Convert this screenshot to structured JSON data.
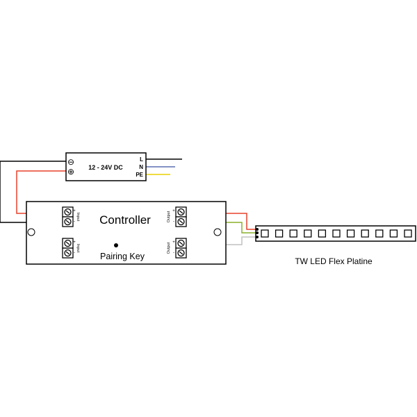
{
  "power_supply": {
    "label": "12 - 24V DC",
    "minus": "⊖",
    "plus": "⊕",
    "terminals": [
      "L",
      "N",
      "PE"
    ]
  },
  "controller": {
    "title": "Controller",
    "pairing_key": "Pairing Key",
    "input_label": "Input",
    "output_label": "Output",
    "plus": "+",
    "minus": "-"
  },
  "strip": {
    "label": "TW LED Flex Platine",
    "led_count": 11
  },
  "colors": {
    "live": "#000000",
    "neutral": "#5a6fb0",
    "pe": "#e8d000",
    "red": "#e8402a",
    "green": "#8ab02a",
    "grey": "#c0c0c0"
  }
}
